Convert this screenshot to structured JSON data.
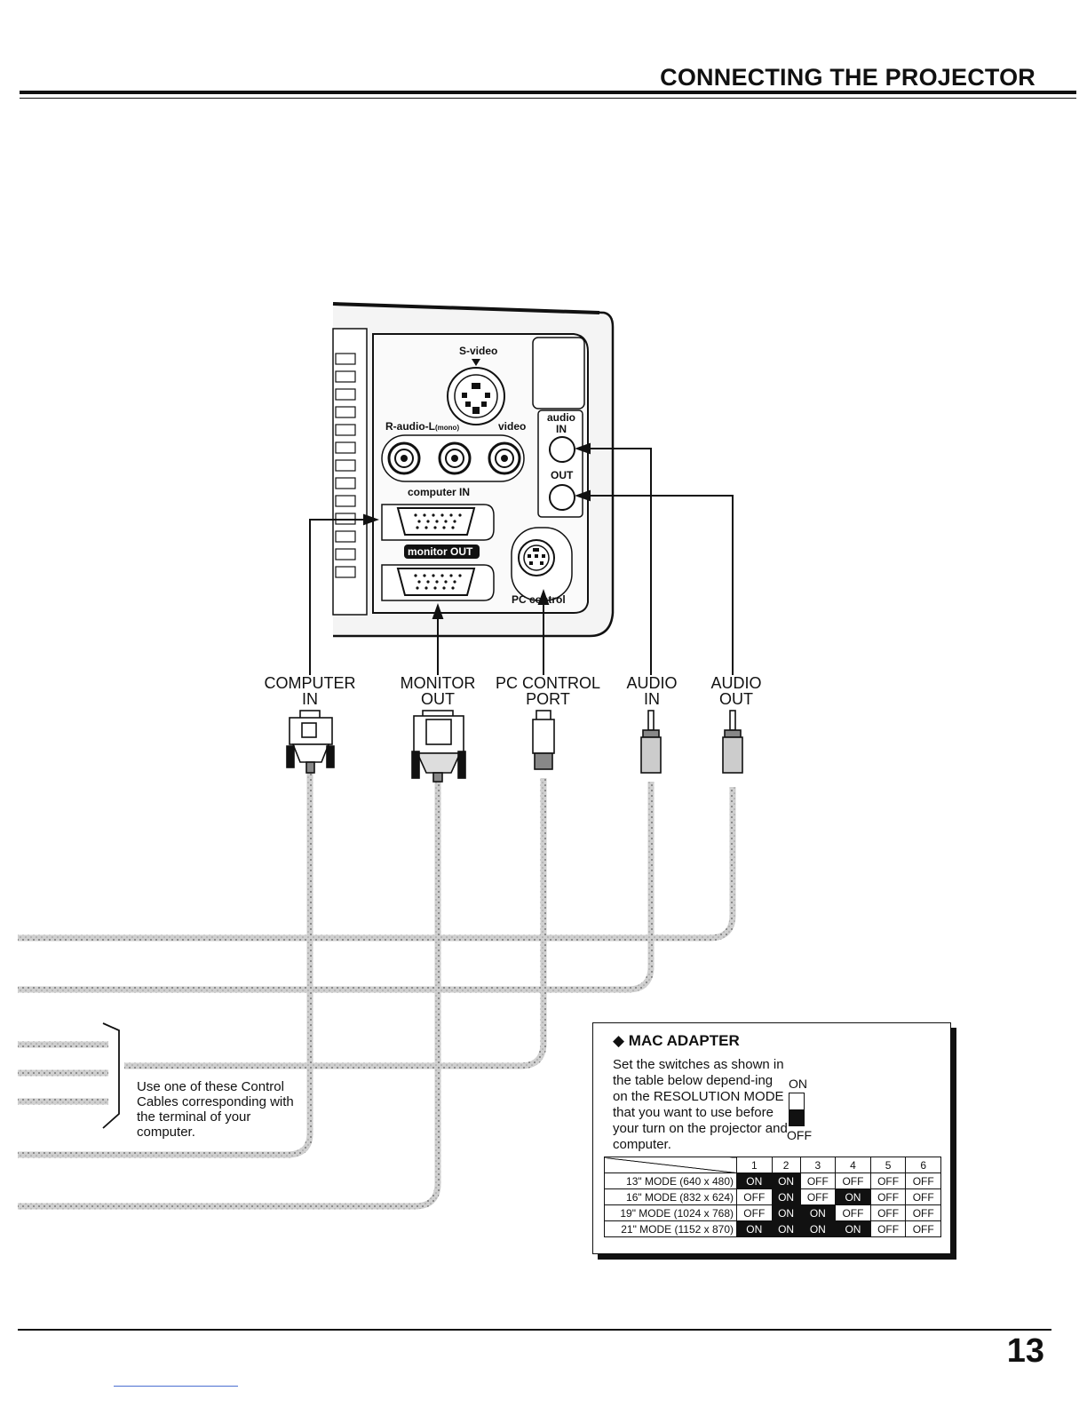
{
  "header": {
    "title": "CONNECTING THE PROJECTOR"
  },
  "panel": {
    "s_video": "S-video",
    "r_audio_l": "R-audio-L",
    "mono": "(mono)",
    "video": "video",
    "audio": "audio",
    "audio_in": "IN",
    "audio_out": "OUT",
    "computer_in": "computer IN",
    "monitor_out": "monitor OUT",
    "pc_control": "PC control"
  },
  "connectors": [
    {
      "line1": "COMPUTER",
      "line2": "IN"
    },
    {
      "line1": "MONITOR",
      "line2": "OUT"
    },
    {
      "line1": "PC CONTROL",
      "line2": "PORT"
    },
    {
      "line1": "AUDIO",
      "line2": "IN"
    },
    {
      "line1": "AUDIO",
      "line2": "OUT"
    }
  ],
  "cables_note": "Use one of these Control Cables corresponding with the terminal of your computer.",
  "mac_adapter": {
    "title": "◆ MAC ADAPTER",
    "text": "Set the switches as shown in the table below depend-ing on the RESOLUTION MODE that you want to use before your turn on the projector and computer.",
    "on_label": "ON",
    "off_label": "OFF",
    "columns": [
      "1",
      "2",
      "3",
      "4",
      "5",
      "6"
    ],
    "rows": [
      {
        "mode": "13\" MODE (640 x 480)",
        "values": [
          "ON",
          "ON",
          "OFF",
          "OFF",
          "OFF",
          "OFF"
        ]
      },
      {
        "mode": "16\" MODE (832 x 624)",
        "values": [
          "OFF",
          "ON",
          "OFF",
          "ON",
          "OFF",
          "OFF"
        ]
      },
      {
        "mode": "19\" MODE (1024 x 768)",
        "values": [
          "OFF",
          "ON",
          "ON",
          "OFF",
          "OFF",
          "OFF"
        ]
      },
      {
        "mode": "21\" MODE (1152 x 870)",
        "values": [
          "ON",
          "ON",
          "ON",
          "ON",
          "OFF",
          "OFF"
        ]
      }
    ]
  },
  "page_number": "13"
}
